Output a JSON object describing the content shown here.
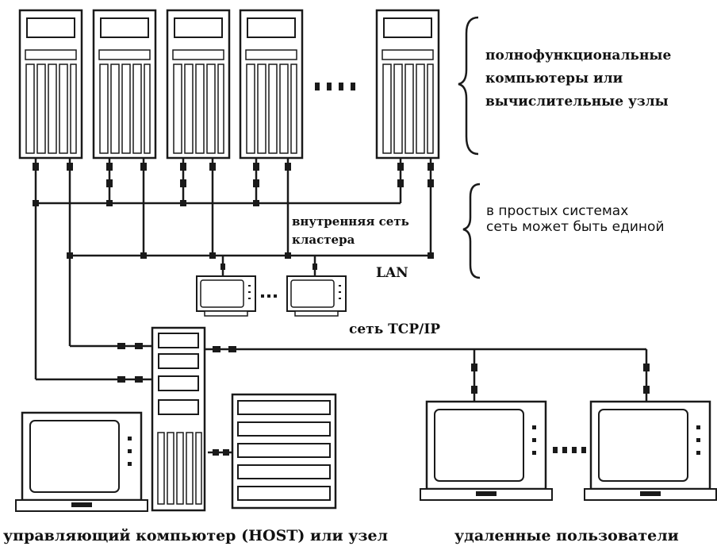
{
  "labels": {
    "nodes": [
      "полнофункциональные",
      "компьютеры или",
      "вычислительные узлы"
    ],
    "simple_systems": [
      "в простых системах",
      "сеть может быть единой"
    ],
    "internal_network": [
      "внутренняя сеть",
      "кластера"
    ],
    "lan": "LAN",
    "tcpip": "сеть TCP/IP",
    "host_caption": "управляющий компьютер (HOST) или узел",
    "remote_caption": "удаленные пользователи"
  },
  "ellipsis": "....",
  "colors": {
    "line": "#1a1a1a",
    "background": "#ffffff"
  }
}
